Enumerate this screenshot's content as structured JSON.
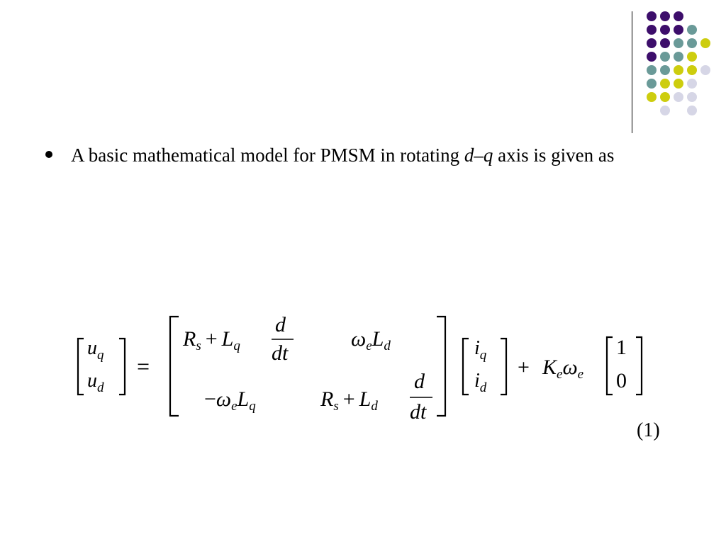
{
  "slide": {
    "bullet": {
      "text_before": "A basic mathematical model for PMSM in rotating ",
      "text_italic": "d–q",
      "text_after": " axis is given as"
    },
    "equation": {
      "lhs": [
        "u",
        "u"
      ],
      "lhs_sub": [
        "q",
        "d"
      ],
      "equals": "=",
      "m11": {
        "r": "R",
        "r_sub": "s",
        "plus": "+",
        "l": "L",
        "l_sub": "q",
        "num": "d",
        "den": "dt"
      },
      "m12": {
        "omega": "ω",
        "omega_sub": "e",
        "l": "L",
        "l_sub": "d"
      },
      "m21": {
        "minus": "−",
        "omega": "ω",
        "omega_sub": "e",
        "l": "L",
        "l_sub": "q"
      },
      "m22": {
        "r": "R",
        "r_sub": "s",
        "plus": "+",
        "l": "L",
        "l_sub": "d",
        "num": "d",
        "den": "dt"
      },
      "current": [
        "i",
        "i"
      ],
      "current_sub": [
        "q",
        "d"
      ],
      "plus": "+",
      "k": "K",
      "k_sub": "e",
      "omega": "ω",
      "omega_sub": "e",
      "vec": [
        "1",
        "0"
      ],
      "number": "(1)"
    }
  },
  "decoration": {
    "dot_colors": {
      "purple": "#3d0e6b",
      "teal": "#6a9a98",
      "yellow": "#cdcd0e",
      "lavender": "#d6d6e6"
    }
  }
}
